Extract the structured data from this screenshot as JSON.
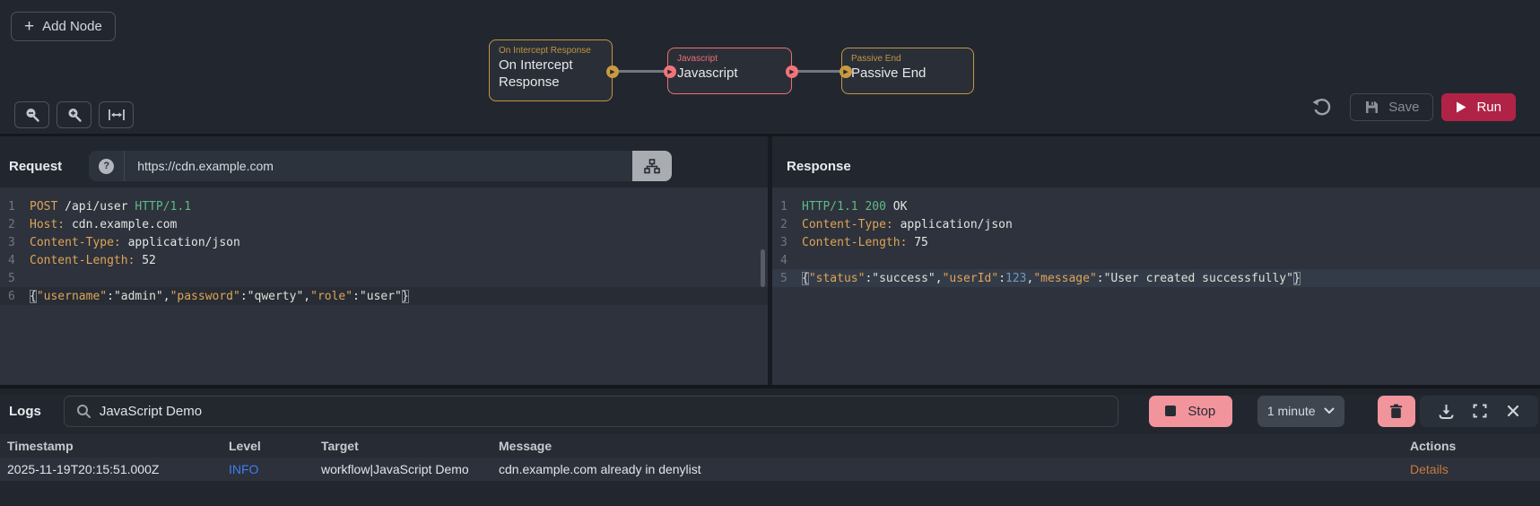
{
  "workflow": {
    "add_node_label": "Add Node",
    "save_label": "Save",
    "run_label": "Run",
    "nodes": [
      {
        "type_label": "On Intercept Response",
        "name": "On Intercept Response",
        "color": "#c39543"
      },
      {
        "type_label": "Javascript",
        "name": "Javascript",
        "color": "#ee6e74"
      },
      {
        "type_label": "Passive End",
        "name": "Passive End",
        "color": "#c39543"
      }
    ]
  },
  "request": {
    "title": "Request",
    "url": "https://cdn.example.com",
    "lines": [
      {
        "n": 1,
        "segs": [
          {
            "c": "key",
            "t": "POST"
          },
          {
            "c": "plain",
            "t": " /api/user "
          },
          {
            "c": "green",
            "t": "HTTP/1.1"
          }
        ]
      },
      {
        "n": 2,
        "segs": [
          {
            "c": "key",
            "t": "Host:"
          },
          {
            "c": "plain",
            "t": " cdn.example.com"
          }
        ]
      },
      {
        "n": 3,
        "segs": [
          {
            "c": "key",
            "t": "Content-Type:"
          },
          {
            "c": "plain",
            "t": " application/json"
          }
        ]
      },
      {
        "n": 4,
        "segs": [
          {
            "c": "key",
            "t": "Content-Length:"
          },
          {
            "c": "plain",
            "t": " 52"
          }
        ]
      },
      {
        "n": 5,
        "segs": []
      },
      {
        "n": 6,
        "active": true,
        "segs": [
          {
            "c": "bracket",
            "t": "{"
          },
          {
            "c": "key",
            "t": "\"username\""
          },
          {
            "c": "plain",
            "t": ":"
          },
          {
            "c": "str",
            "t": "\"admin\""
          },
          {
            "c": "plain",
            "t": ","
          },
          {
            "c": "key",
            "t": "\"password\""
          },
          {
            "c": "plain",
            "t": ":"
          },
          {
            "c": "str",
            "t": "\"qwerty\""
          },
          {
            "c": "plain",
            "t": ","
          },
          {
            "c": "key",
            "t": "\"role\""
          },
          {
            "c": "plain",
            "t": ":"
          },
          {
            "c": "str",
            "t": "\"user\""
          },
          {
            "c": "bracket",
            "t": "}"
          }
        ]
      }
    ]
  },
  "response": {
    "title": "Response",
    "lines": [
      {
        "n": 1,
        "segs": [
          {
            "c": "green",
            "t": "HTTP/1.1 200"
          },
          {
            "c": "plain",
            "t": " OK"
          }
        ]
      },
      {
        "n": 2,
        "segs": [
          {
            "c": "key",
            "t": "Content-Type:"
          },
          {
            "c": "plain",
            "t": " application/json"
          }
        ]
      },
      {
        "n": 3,
        "segs": [
          {
            "c": "key",
            "t": "Content-Length:"
          },
          {
            "c": "plain",
            "t": " 75"
          }
        ]
      },
      {
        "n": 4,
        "segs": []
      },
      {
        "n": 5,
        "active": true,
        "segs": [
          {
            "c": "bracket",
            "t": "{"
          },
          {
            "c": "key",
            "t": "\"status\""
          },
          {
            "c": "plain",
            "t": ":"
          },
          {
            "c": "str",
            "t": "\"success\""
          },
          {
            "c": "plain",
            "t": ","
          },
          {
            "c": "key",
            "t": "\"userId\""
          },
          {
            "c": "plain",
            "t": ":"
          },
          {
            "c": "num",
            "t": "123"
          },
          {
            "c": "plain",
            "t": ","
          },
          {
            "c": "key",
            "t": "\"message\""
          },
          {
            "c": "plain",
            "t": ":"
          },
          {
            "c": "str",
            "t": "\"User created successfully\""
          },
          {
            "c": "bracket",
            "t": "}"
          }
        ]
      }
    ]
  },
  "logs": {
    "title": "Logs",
    "search_value": "JavaScript Demo",
    "stop_label": "Stop",
    "interval_value": "1 minute",
    "columns": [
      "Timestamp",
      "Level",
      "Target",
      "Message",
      "Actions"
    ],
    "rows": [
      {
        "timestamp": "2025-11-19T20:15:51.000Z",
        "level": "INFO",
        "target": "workflow|JavaScript Demo",
        "message": "cdn.example.com already in denylist",
        "action": "Details"
      }
    ]
  },
  "colors": {
    "node_orange": "#c39543",
    "node_red": "#ee6e74",
    "run_button": "#b02346",
    "stop_button": "#f2949c",
    "info_level": "#3f7ef2",
    "details_link": "#c9793e",
    "syntax_key": "#dfa456",
    "syntax_green": "#5fba86",
    "syntax_number": "#6d99bb"
  }
}
